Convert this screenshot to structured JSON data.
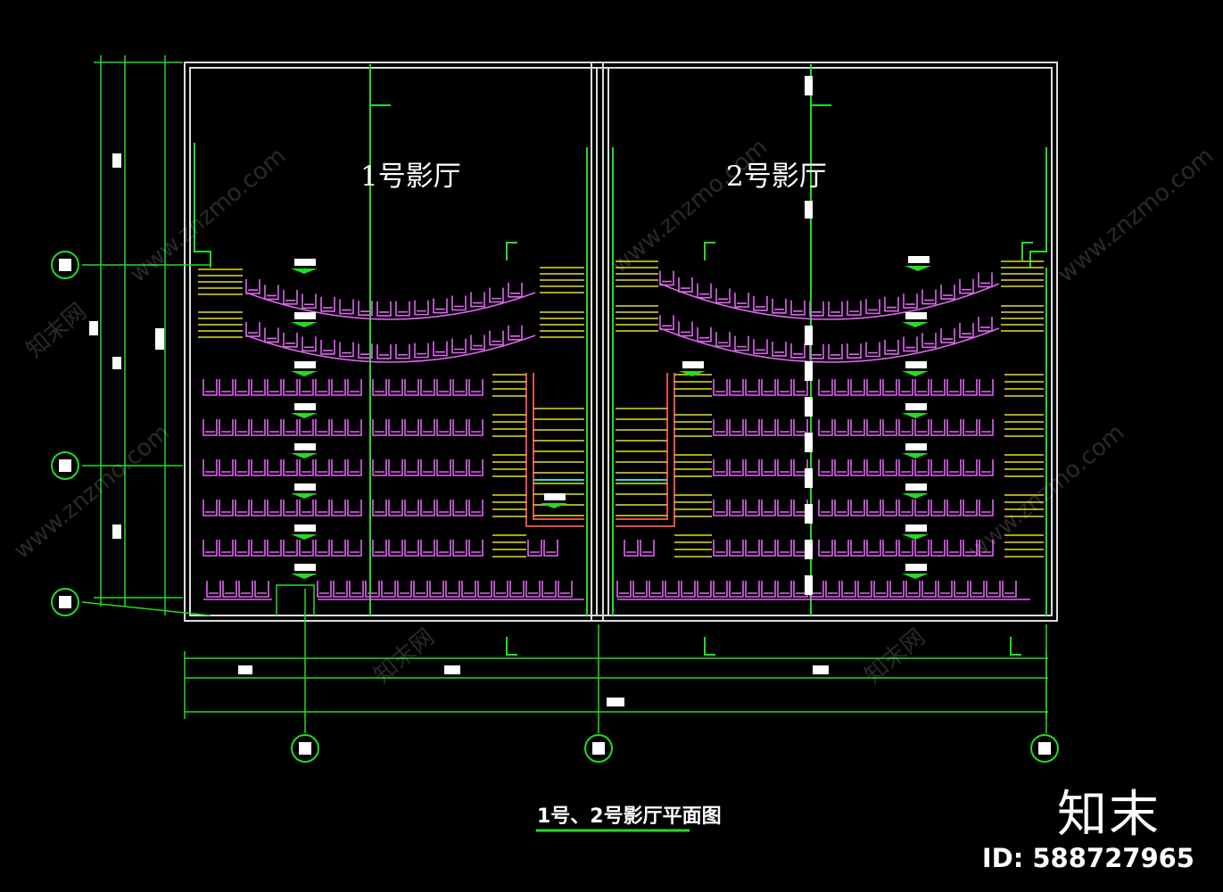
{
  "drawing": {
    "title": "1号、2号影厅平面图",
    "halls": [
      {
        "label": "1号影厅"
      },
      {
        "label": "2号影厅"
      }
    ]
  },
  "watermark": {
    "brand": "知末",
    "id_text": "ID: 588727965",
    "repeat_text": "www.znzmo.com",
    "repeat_cn": "知末网"
  },
  "colors": {
    "background": "#000000",
    "wall": "#ffffff",
    "axis_green": "#22dd22",
    "seat_magenta": "#dd66ee",
    "step_yellow": "#e0e020",
    "stair_red": "#e05050",
    "cyan_line": "#22dddd"
  }
}
